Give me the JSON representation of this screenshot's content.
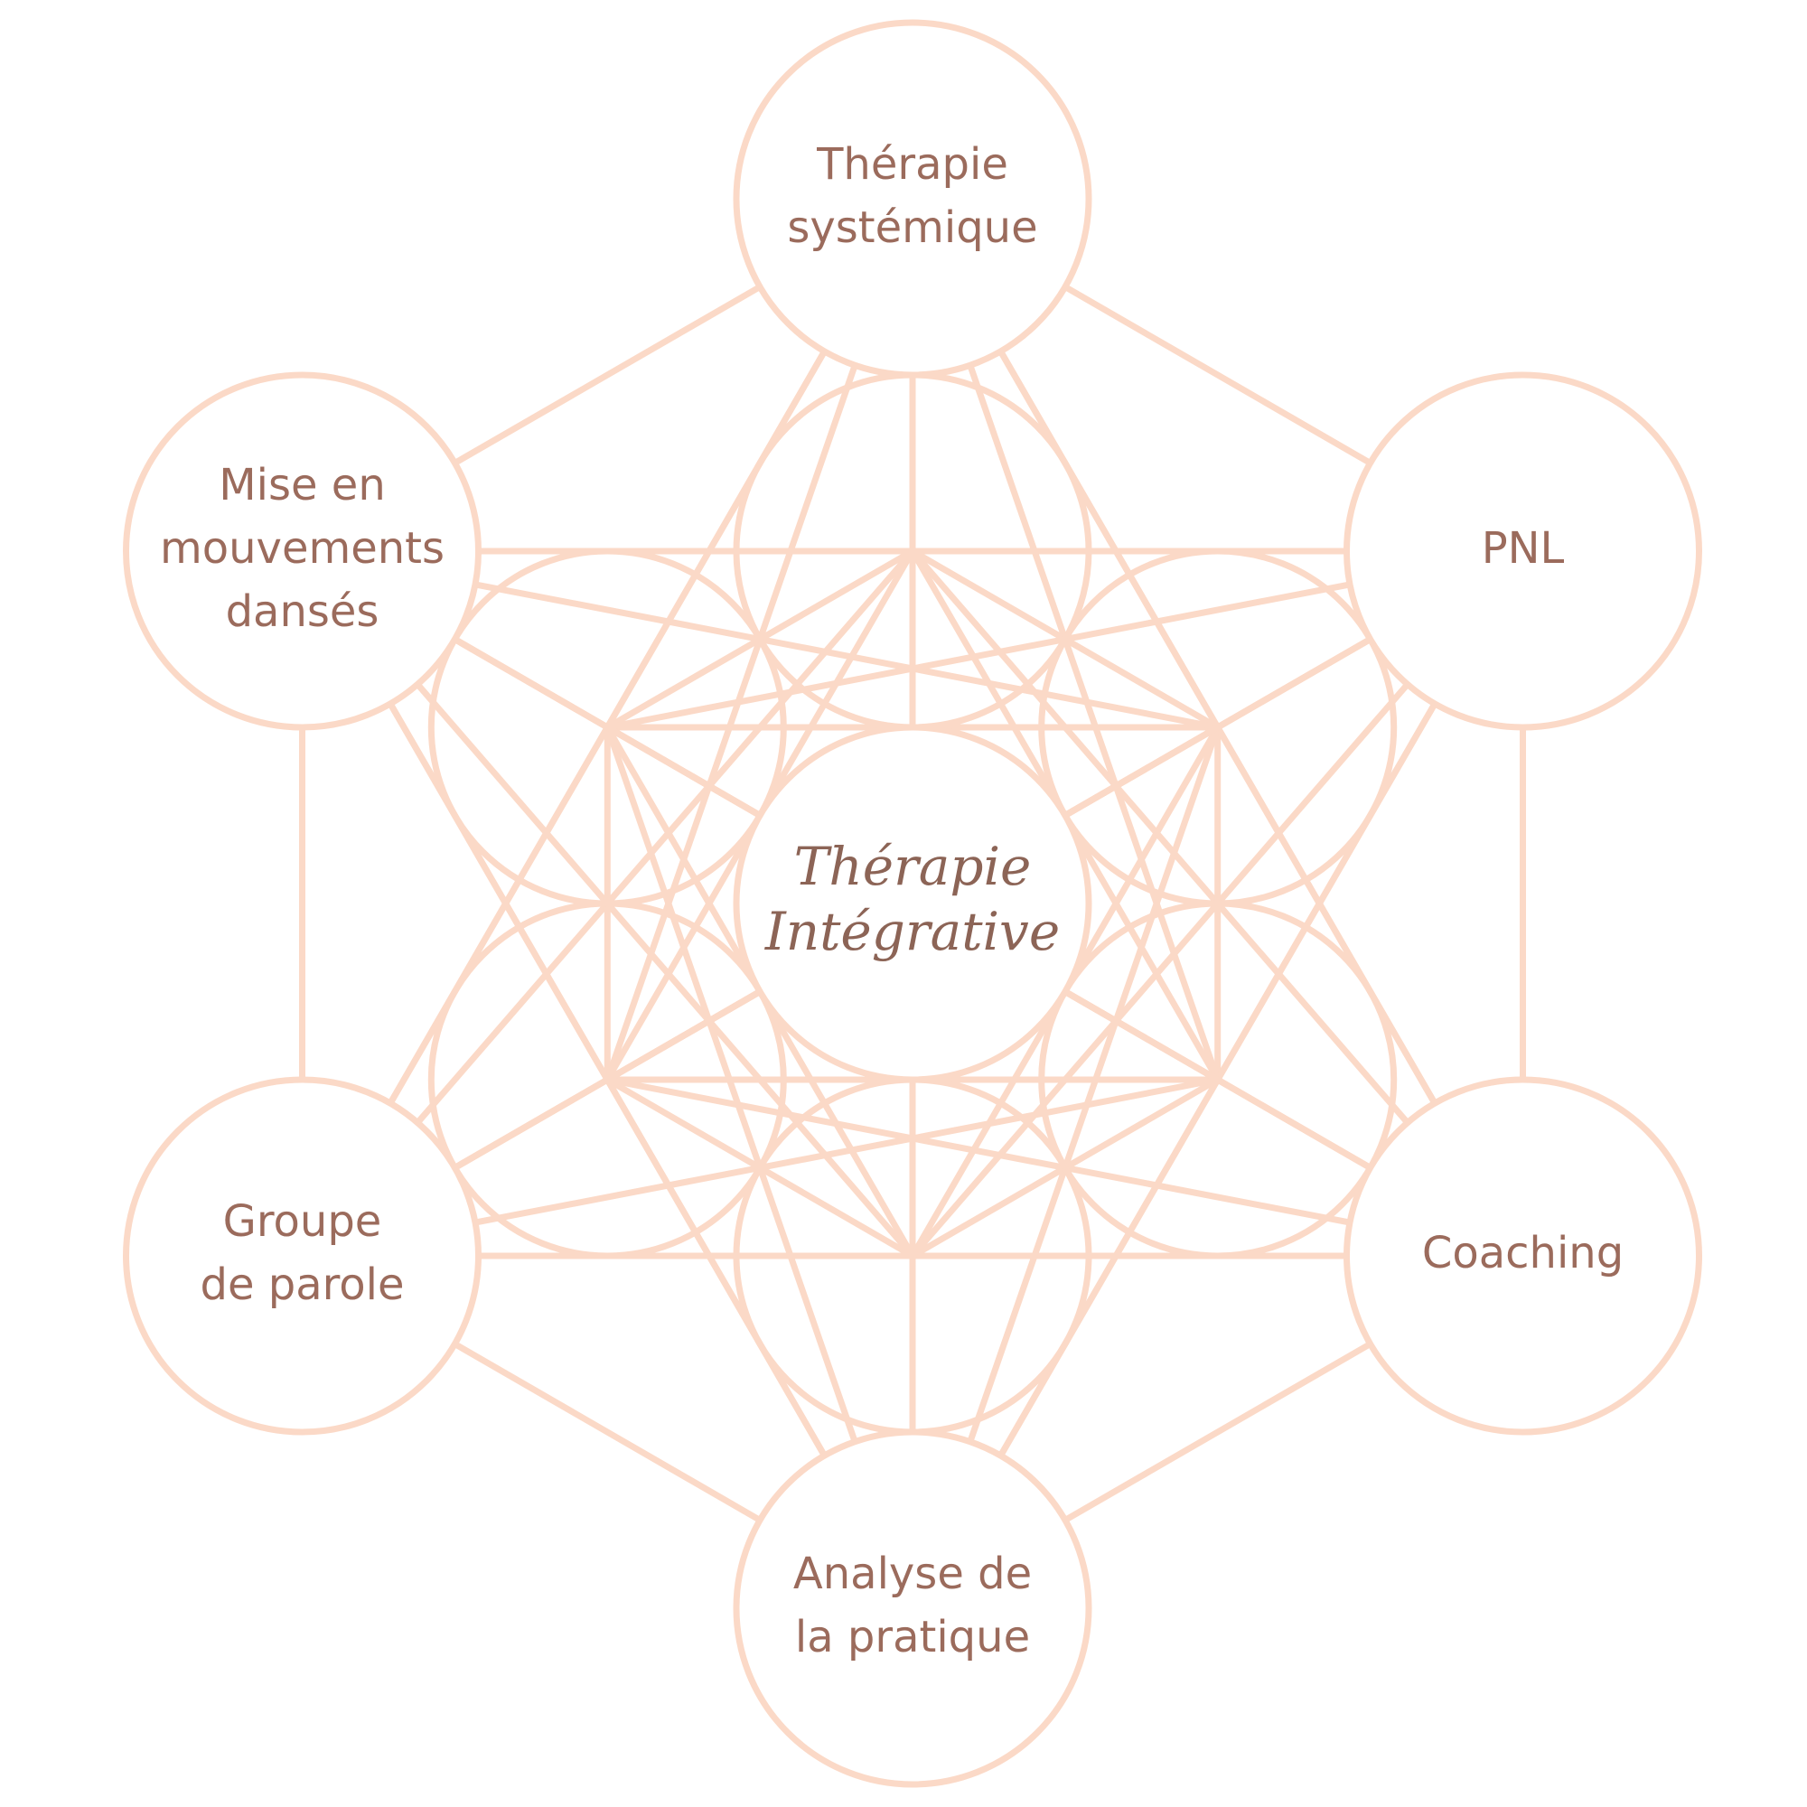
{
  "colors": {
    "line": "#fbd9c7",
    "text": "#9b6b5c",
    "center_text": "#8c6456",
    "background": "#ffffff"
  },
  "center": {
    "lines": [
      "Thérapie",
      "Intégrative"
    ]
  },
  "nodes": [
    {
      "id": "top",
      "lines": [
        "Thérapie",
        "systémique"
      ]
    },
    {
      "id": "upper-right",
      "lines": [
        "PNL"
      ]
    },
    {
      "id": "lower-right",
      "lines": [
        "Coaching"
      ]
    },
    {
      "id": "bottom",
      "lines": [
        "Analyse de",
        "la pratique"
      ]
    },
    {
      "id": "lower-left",
      "lines": [
        "Groupe",
        "de parole"
      ]
    },
    {
      "id": "upper-left",
      "lines": [
        "Mise en",
        "mouvements",
        "dansés"
      ]
    }
  ]
}
